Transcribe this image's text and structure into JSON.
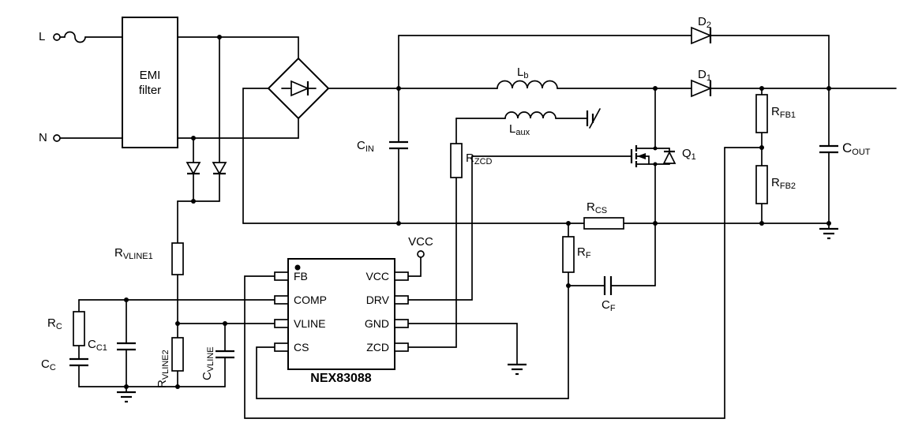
{
  "terminals": {
    "line_input": "L",
    "neutral_input": "N",
    "vcc_terminal": "VCC"
  },
  "emi_filter": {
    "line1": "EMI",
    "line2": "filter"
  },
  "ic": {
    "part_number": "NEX83088",
    "left_pins": [
      "FB",
      "COMP",
      "VLINE",
      "CS"
    ],
    "right_pins": [
      "VCC",
      "DRV",
      "GND",
      "ZCD"
    ]
  },
  "components": {
    "cin": {
      "main": "C",
      "sub": "IN"
    },
    "rzcd": {
      "main": "R",
      "sub": "ZCD"
    },
    "lb": {
      "main": "L",
      "sub": "b"
    },
    "laux": {
      "main": "L",
      "sub": "aux"
    },
    "d2": {
      "main": "D",
      "sub": "2"
    },
    "d1": {
      "main": "D",
      "sub": "1"
    },
    "q1": {
      "main": "Q",
      "sub": "1"
    },
    "rfb1": {
      "main": "R",
      "sub": "FB1"
    },
    "rfb2": {
      "main": "R",
      "sub": "FB2"
    },
    "cout": {
      "main": "C",
      "sub": "OUT"
    },
    "rcs": {
      "main": "R",
      "sub": "CS"
    },
    "rf": {
      "main": "R",
      "sub": "F"
    },
    "cf": {
      "main": "C",
      "sub": "F"
    },
    "rvline1": {
      "main": "R",
      "sub": "VLINE1"
    },
    "rvline2": {
      "main": "R",
      "sub": "VLINE2"
    },
    "cvline": {
      "main": "C",
      "sub": "VLINE"
    },
    "rc": {
      "main": "R",
      "sub": "C"
    },
    "cc1": {
      "main": "C",
      "sub": "C1"
    },
    "cc": {
      "main": "C",
      "sub": "C"
    }
  },
  "colors": {
    "background": "#ffffff",
    "line": "#000000"
  }
}
